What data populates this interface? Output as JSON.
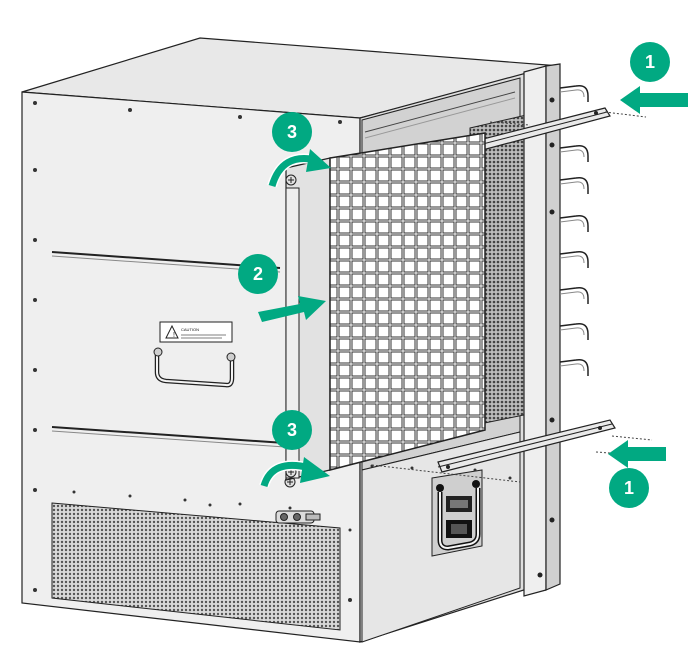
{
  "diagram": {
    "callouts": [
      {
        "id": "callout-1-top",
        "label": "1"
      },
      {
        "id": "callout-3-top",
        "label": "3"
      },
      {
        "id": "callout-2",
        "label": "2"
      },
      {
        "id": "callout-3-bottom",
        "label": "3"
      },
      {
        "id": "callout-1-bottom",
        "label": "1"
      }
    ],
    "caution_label": "CAUTION",
    "colors": {
      "accent": "#01a982",
      "chassis_light": "#f1f1f1",
      "chassis_mid": "#e3e3e3",
      "chassis_dark": "#c9c9c9",
      "outline": "#222222"
    }
  }
}
